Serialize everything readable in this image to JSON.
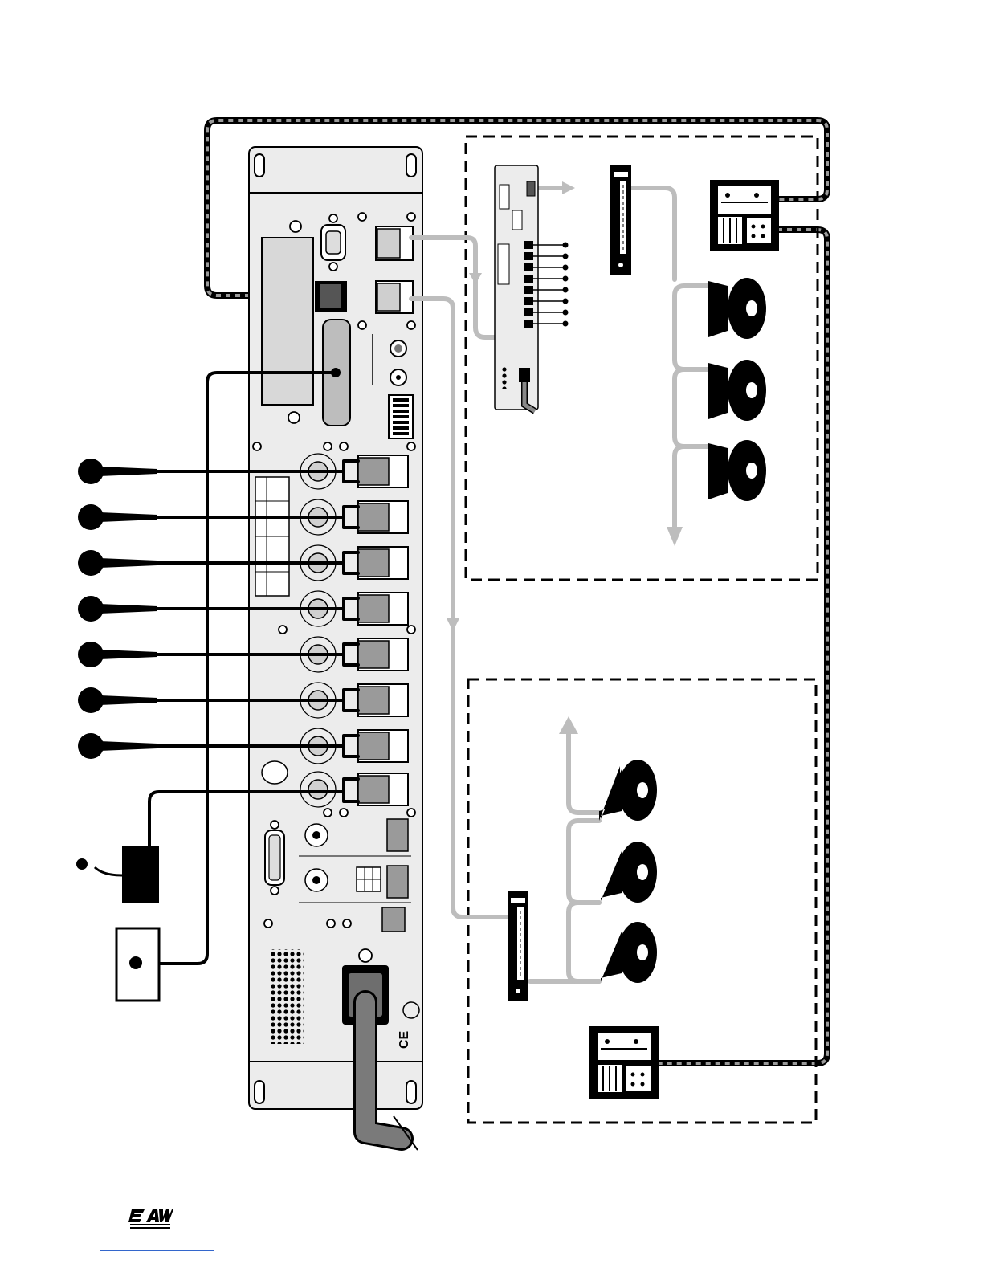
{
  "diagram": {
    "type": "system-wiring-diagram",
    "components": {
      "mixer_panel": "rear-panel-rack-unit",
      "microphones": 7,
      "paging_station": "desk-mic-station",
      "wall_button": "remote-button-plate",
      "zone_a": {
        "processor": "rack-processor-front",
        "amplifier": "rack-amplifier",
        "speakers": 3,
        "controller": "wall-controller"
      },
      "zone_b": {
        "amplifier": "rack-amplifier",
        "speakers": 3,
        "controller": "wall-controller"
      }
    },
    "colors": {
      "audio_cable": "#bdbdbd",
      "mic_cable": "#000000",
      "control_cable_outer": "#000000",
      "control_cable_inner": "#9a9a9a",
      "zone_border": "#000000",
      "panel_fill": "#ececec"
    }
  },
  "footer": {
    "logo_icon": "eaw-commercial-logo"
  }
}
